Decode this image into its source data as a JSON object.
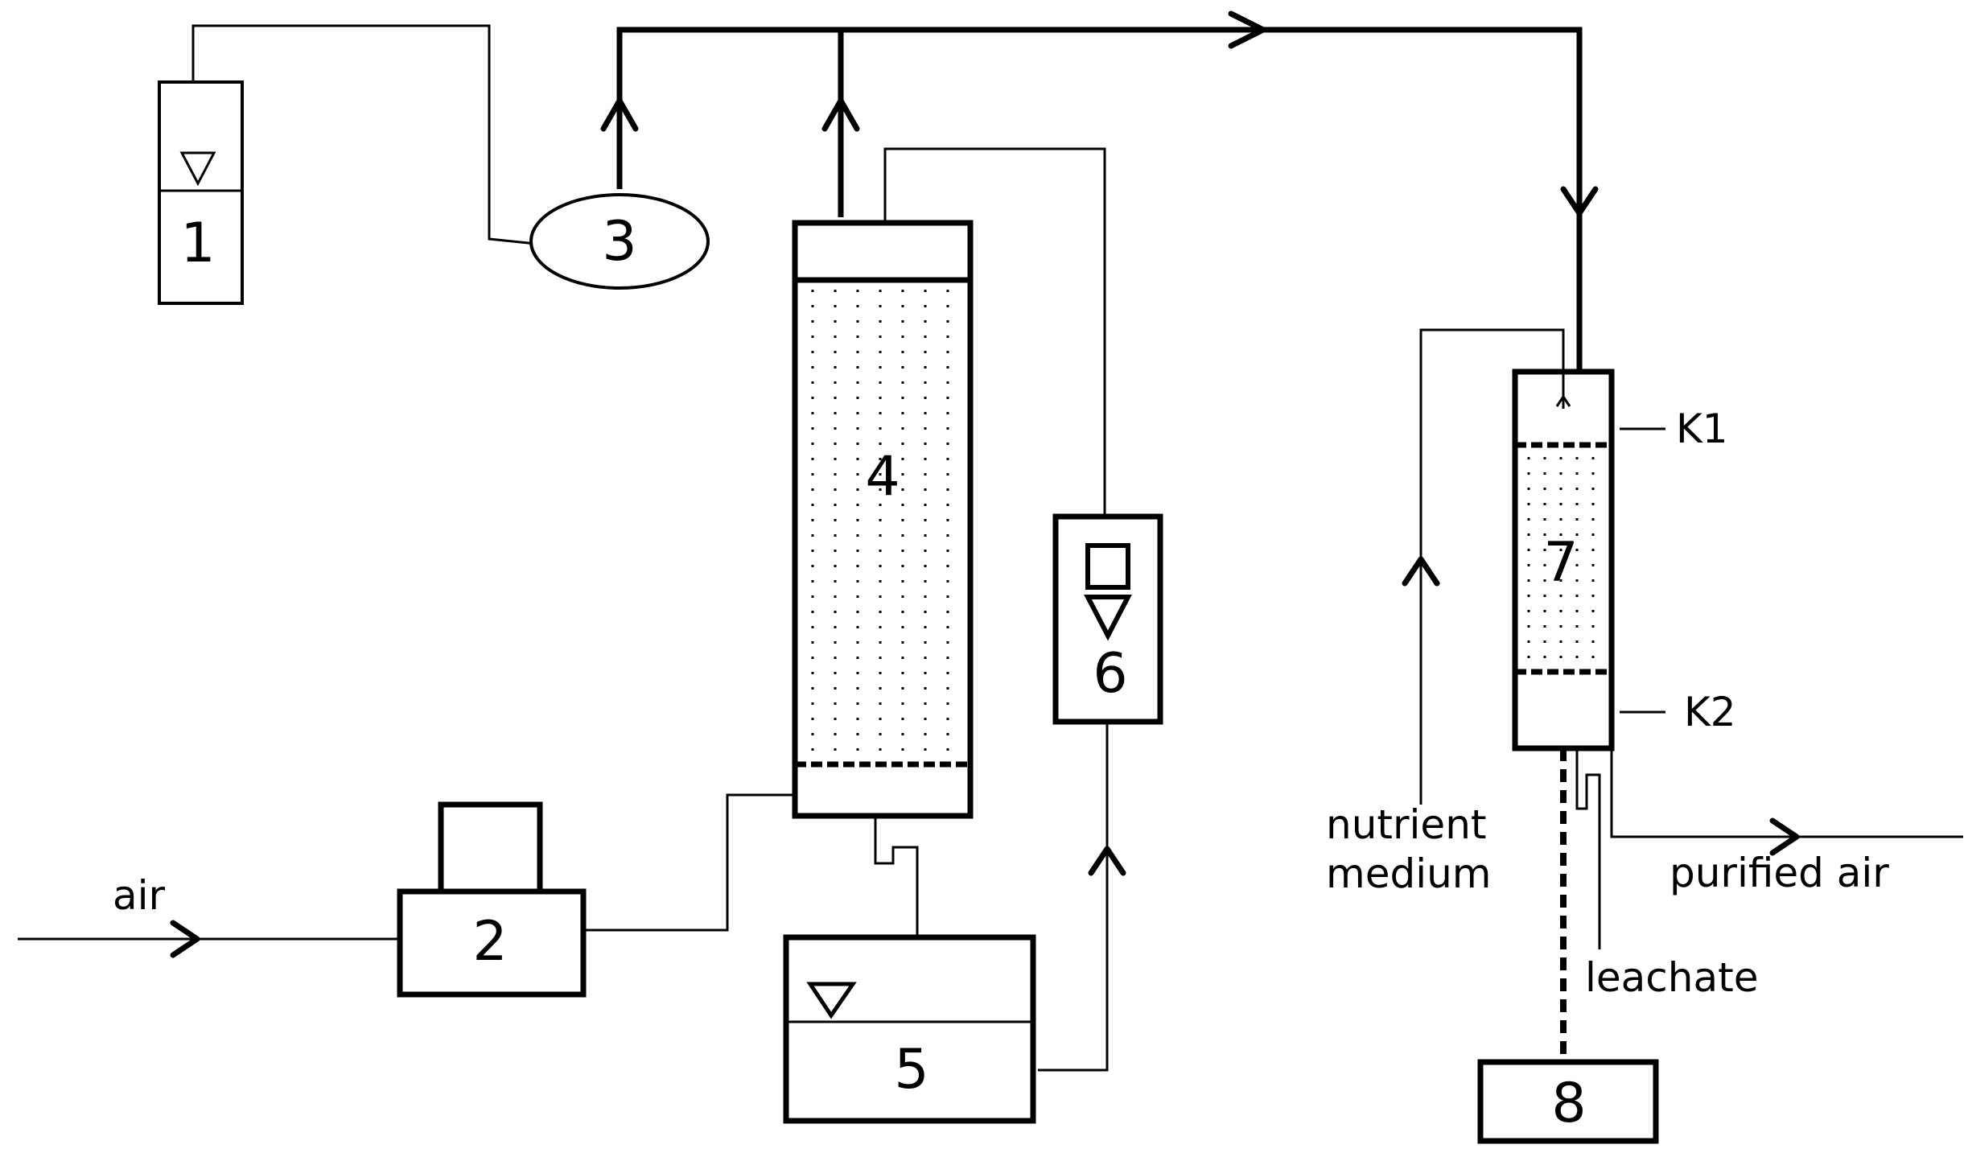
{
  "labels": {
    "n1": "1",
    "n2": "2",
    "n3": "3",
    "n4": "4",
    "n5": "5",
    "n6": "6",
    "n7": "7",
    "n8": "8",
    "k1": "K1",
    "k2": "K2",
    "air": "air",
    "nutrient_line1": "nutrient",
    "nutrient_line2": "medium",
    "purified_air": "purified air",
    "leachate": "leachate"
  }
}
